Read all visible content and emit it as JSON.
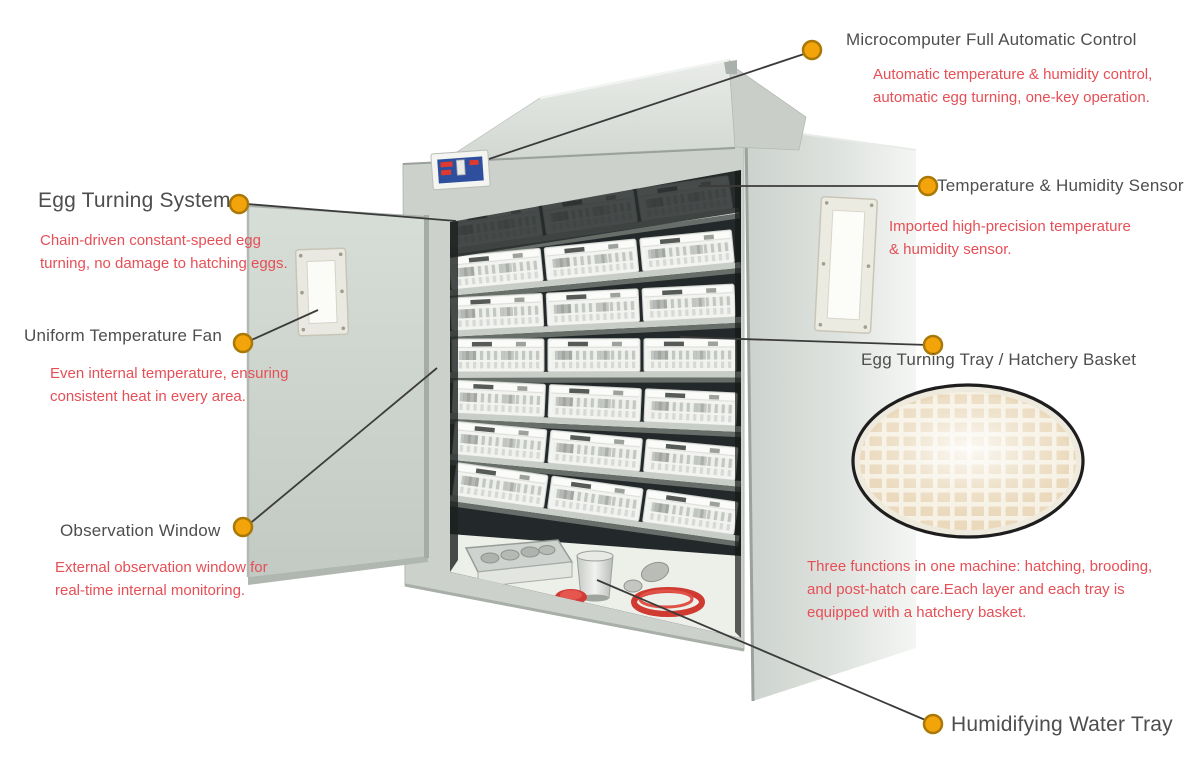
{
  "colors": {
    "background": "#FFFFFF",
    "accent_dot": "#F3A40B",
    "accent_dot_ring": "#A97807",
    "heading_text": "#4E4E4E",
    "description_text": "#E64F56"
  },
  "callouts": {
    "microcomputer": {
      "title": "Microcomputer Full Automatic Control",
      "description": "Automatic temperature & humidity control,\nautomatic egg turning, one-key operation."
    },
    "egg_turning_system": {
      "title": "Egg Turning System",
      "description": "Chain-driven constant-speed egg\nturning, no damage to hatching eggs."
    },
    "temp_humidity_sensor": {
      "title": "Temperature & Humidity Sensor",
      "description": "Imported high-precision temperature\n& humidity sensor."
    },
    "uniform_temperature_fan": {
      "title": "Uniform Temperature Fan",
      "description": "Even internal temperature, ensuring\nconsistent heat in every area."
    },
    "egg_turning_tray": {
      "title": "Egg Turning Tray / Hatchery Basket",
      "description": "Three functions in one machine: hatching, brooding,\nand post-hatch care.Each layer and each tray is\nequipped with a hatchery basket."
    },
    "observation_window": {
      "title": "Observation Window",
      "description": "External observation window for\nreal-time internal monitoring."
    },
    "humidifying_water_tray": {
      "title": "Humidifying Water Tray"
    }
  }
}
